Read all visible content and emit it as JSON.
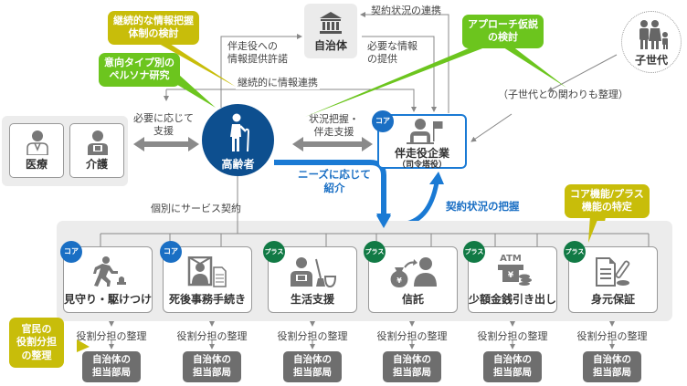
{
  "colors": {
    "elder_blue": "#0d4f8f",
    "accent_blue": "#1a7ad4",
    "core_badge": "#1a6fc4",
    "plus_badge": "#117a45",
    "callout_yellow": "#c8bd0a",
    "callout_green": "#6cc51e",
    "dept_gray": "#6e6e6e",
    "group_bg": "#ececec"
  },
  "callouts": {
    "continuous_info": {
      "line1": "継続的な情報把握",
      "line2": "体制の検討",
      "color": "yellow"
    },
    "persona": {
      "line1": "意向タイプ別の",
      "line2": "ペルソナ研究",
      "color": "green"
    },
    "approach": {
      "line1": "アプローチ仮説",
      "line2": "の検討",
      "color": "green"
    },
    "core_plus": {
      "line1": "コア機能/プラス",
      "line2": "機能の特定",
      "color": "yellow"
    },
    "public_private": {
      "line1": "官民の",
      "line2": "役割分担",
      "line3": "の整理",
      "color": "yellow"
    }
  },
  "nodes": {
    "government": {
      "label": "自治体",
      "icon": "government-building-icon"
    },
    "child_generation": {
      "label": "子世代",
      "icon": "family-icon"
    },
    "medical": {
      "label": "医療",
      "icon": "doctor-icon"
    },
    "care": {
      "label": "介護",
      "icon": "caregiver-icon"
    },
    "elderly": {
      "label": "高齢者",
      "icon": "elderly-with-cane-icon"
    },
    "company": {
      "label": "伴走役企業",
      "sublabel": "（司令塔役）",
      "badge": "コア",
      "icon": "person-at-desk-with-flag-icon"
    }
  },
  "edge_labels": {
    "permit_info": {
      "line1": "伴走役への",
      "line2": "情報提供許諾"
    },
    "needed_info": {
      "line1": "必要な情報",
      "line2": "の提供"
    },
    "contract_link": "契約状況の連携",
    "continuous_link": "継続的に情報連携",
    "support_as_needed": {
      "line1": "必要に応じて",
      "line2": "支援"
    },
    "status_support": {
      "line1": "状況把握・",
      "line2": "伴走支援"
    },
    "child_relation": "（子世代との関わりも整理）",
    "introduce": {
      "line1": "ニーズに応じて",
      "line2": "紹介"
    },
    "contract_grasp": "契約状況の把握",
    "individual_contract": "個別にサービス契約"
  },
  "services": [
    {
      "label": "見守り・駆けつけ",
      "badge": "コア",
      "type": "core",
      "icon": "running-person-alarm-icon"
    },
    {
      "label": "死後事務手続き",
      "badge": "コア",
      "type": "core",
      "icon": "memorial-portrait-document-icon"
    },
    {
      "label": "生活支援",
      "badge": "プラス",
      "type": "plus",
      "icon": "housekeeper-broom-icon"
    },
    {
      "label": "信託",
      "badge": "プラス",
      "type": "plus",
      "icon": "money-bag-to-person-icon"
    },
    {
      "label": "少額金銭引き出し",
      "badge": "プラス",
      "type": "plus",
      "icon": "atm-coins-icon",
      "icon_text": "ATM",
      "yen": "¥"
    },
    {
      "label": "身元保証",
      "badge": "プラス",
      "type": "plus",
      "icon": "document-seal-stamp-icon"
    }
  ],
  "role_label": "役割分担の整理",
  "dept": {
    "line1": "自治体の",
    "line2": "担当部局"
  }
}
